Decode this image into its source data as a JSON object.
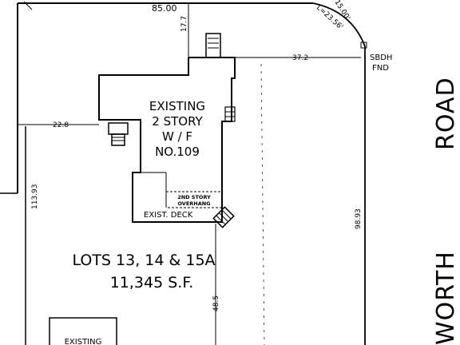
{
  "dimensions": {
    "top_line": "85.00",
    "setback_17_7": "17.7",
    "setback_37_2": "37.2",
    "setback_22_8": "22.8",
    "left_line": "113.93",
    "right_line": "98.93",
    "bottom_offset": "48.5",
    "arc_length": "L=23.56'",
    "arc_radius": "15.00'"
  },
  "house": {
    "line1": "EXISTING",
    "line2": "2 STORY",
    "line3": "W / F",
    "line4": "NO.109",
    "overhang_line1": "2ND STORY",
    "overhang_line2": "OVERHANG",
    "deck": "EXIST. DECK"
  },
  "monument": {
    "line1": "SBDH",
    "line2": "FND"
  },
  "lots": {
    "line1": "LOTS 13, 14 & 15A",
    "line2": "11,345 S.F."
  },
  "road": {
    "word1": "ROAD",
    "word2": "WORTH"
  },
  "lower_building": "EXISTING"
}
